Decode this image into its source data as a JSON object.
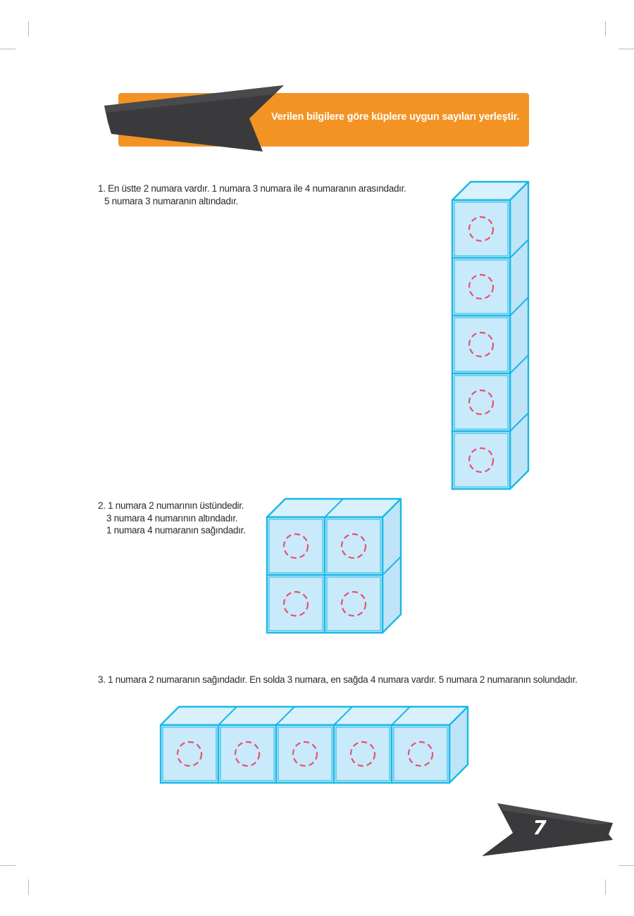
{
  "banner": {
    "instruction": "Verilen bilgilere göre küplere uygun sayıları yerleştir."
  },
  "questions": [
    {
      "lines": [
        "1. En üstte 2 numara vardır. 1 numara 3 numara ile 4 numaranın arasındadır.",
        "5 numara 3 numaranın altındadır."
      ]
    },
    {
      "lines": [
        "2. 1 numara 2 numarının üstündedir.",
        "3 numara 4 numarının altındadır.",
        "1 numara 4 numaranın sağındadır."
      ]
    },
    {
      "lines": [
        "3. 1 numara 2 numaranın sağındadır. En solda 3 numara, en sağda 4 numara vardır. 5 numara 2 numaranın solundadır."
      ]
    }
  ],
  "figures": {
    "tower": {
      "rows": 5,
      "cols": 1
    },
    "square": {
      "rows": 2,
      "cols": 2
    },
    "row": {
      "rows": 1,
      "cols": 5
    }
  },
  "colors": {
    "banner_orange": "#f39324",
    "ribbon_dark": "#3a3a3c",
    "cube_fill": "#c8eafb",
    "cube_top": "#d9f1fd",
    "cube_side": "#bfe4f8",
    "cube_stroke": "#19b8e6",
    "circle_dash": "#e8506b"
  },
  "page": {
    "number": "7"
  }
}
